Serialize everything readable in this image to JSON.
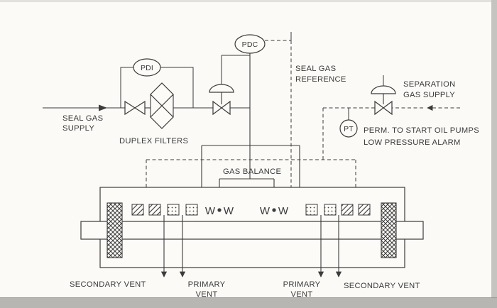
{
  "diagram": {
    "title_implied": "seal gas system schematic",
    "instruments": {
      "pdi": "PDI",
      "pdc": "PDC",
      "pt": "PT"
    },
    "labels": {
      "seal_gas_supply_line1": "SEAL GAS",
      "seal_gas_supply_line2": "SUPPLY",
      "duplex_filters": "DUPLEX FILTERS",
      "seal_gas_reference_line1": "SEAL GAS",
      "seal_gas_reference_line2": "REFERENCE",
      "separation_gas_supply_line1": "SEPARATION",
      "separation_gas_supply_line2": "GAS SUPPLY",
      "pt_note_line1": "PERM. TO START OIL PUMPS",
      "pt_note_line2": "LOW PRESSURE ALARM",
      "gas_balance": "GAS BALANCE",
      "seal_letter": "W",
      "secondary_vent_left": "SECONDARY VENT",
      "primary_vent_line1": "PRIMARY",
      "primary_vent_line2": "VENT",
      "secondary_vent_right": "SECONDARY VENT"
    },
    "colors": {
      "line": "#3b3b3b",
      "background": "#fbfaf7",
      "scan_edge": "#b7b6b2"
    }
  }
}
